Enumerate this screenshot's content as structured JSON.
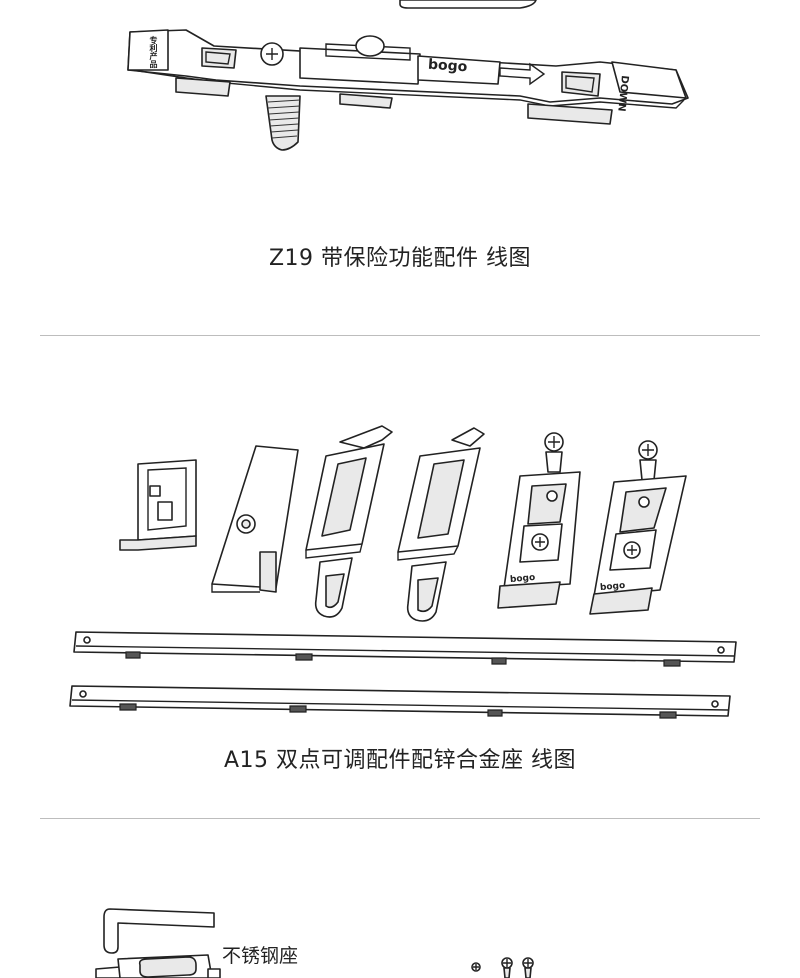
{
  "sections": [
    {
      "caption": "Z19 带保险功能配件  线图",
      "product_marks": {
        "brand": "bogo",
        "direction": "DOWN",
        "side_stamp": "专利产品"
      }
    },
    {
      "caption": "A15 双点可调配件配锌合金座   线图",
      "product_marks": {
        "brand_a": "bogo",
        "brand_b": "bogo"
      }
    },
    {
      "side_label": "不锈钢座"
    }
  ]
}
